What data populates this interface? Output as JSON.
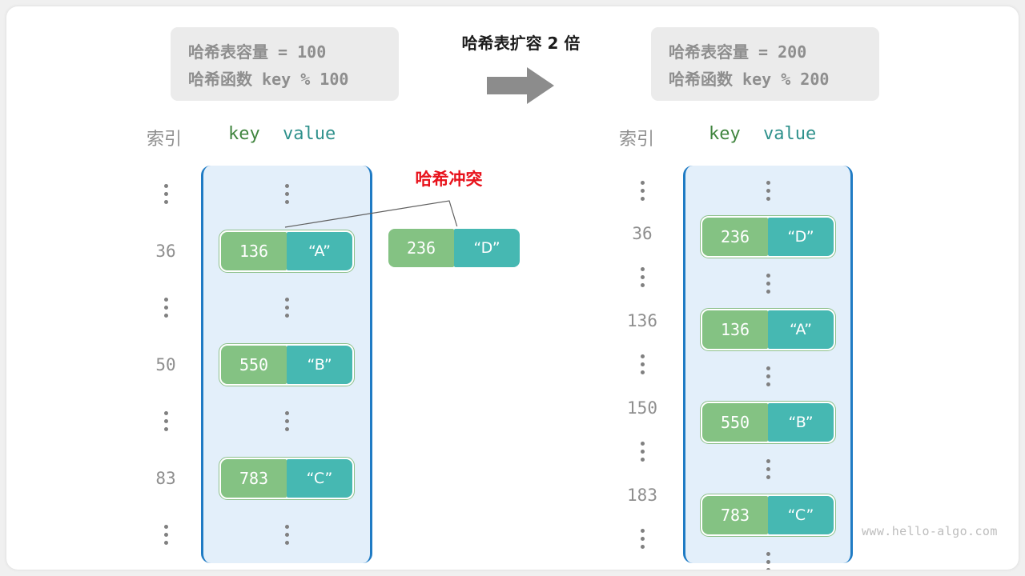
{
  "canvas": {
    "watermark": "www.hello-algo.com",
    "bg_color": "#ffffff",
    "page_bg": "#f0f0f0"
  },
  "colors": {
    "key_cell": "#84c283",
    "value_cell": "#46b8b2",
    "bucket_bg": "#e3effa",
    "bucket_border": "#1f7bc4",
    "pair_border": "#8dc08a",
    "info_box_bg": "#ebebeb",
    "info_text": "#8e8e8e",
    "collision_red": "#e8121b",
    "head_key": "#41853f",
    "head_value": "#2f918c",
    "arrow_gray": "#8c8c8c"
  },
  "before": {
    "info": {
      "capacity_line": "哈希表容量 = 100",
      "hash_fn_line": "哈希函数 key % 100"
    },
    "headers": {
      "index": "索引",
      "key": "key",
      "value": "value"
    },
    "rows": [
      {
        "type": "dots",
        "index": "⋮"
      },
      {
        "type": "pair",
        "index": "36",
        "key": "136",
        "value": "“A”"
      },
      {
        "type": "dots",
        "index": "⋮"
      },
      {
        "type": "pair",
        "index": "50",
        "key": "550",
        "value": "“B”"
      },
      {
        "type": "dots",
        "index": "⋮"
      },
      {
        "type": "pair",
        "index": "83",
        "key": "783",
        "value": "“C”"
      },
      {
        "type": "dots",
        "index": "⋮"
      }
    ]
  },
  "transition": {
    "caption": "哈希表扩容 2 倍",
    "arrow_icon": "right-arrow-icon"
  },
  "collision": {
    "label": "哈希冲突",
    "key": "236",
    "value": "“D”"
  },
  "after": {
    "info": {
      "capacity_line": "哈希表容量 = 200",
      "hash_fn_line": "哈希函数 key % 200"
    },
    "headers": {
      "index": "索引",
      "key": "key",
      "value": "value"
    },
    "rows": [
      {
        "type": "dots",
        "index": "⋮"
      },
      {
        "type": "pair",
        "index": "36",
        "key": "236",
        "value": "“D”"
      },
      {
        "type": "dots",
        "index": "⋮"
      },
      {
        "type": "pair",
        "index": "136",
        "key": "136",
        "value": "“A”"
      },
      {
        "type": "dots",
        "index": "⋮"
      },
      {
        "type": "pair",
        "index": "150",
        "key": "550",
        "value": "“B”"
      },
      {
        "type": "dots",
        "index": "⋮"
      },
      {
        "type": "pair",
        "index": "183",
        "key": "783",
        "value": "“C”"
      },
      {
        "type": "dots",
        "index": "⋮"
      }
    ]
  }
}
